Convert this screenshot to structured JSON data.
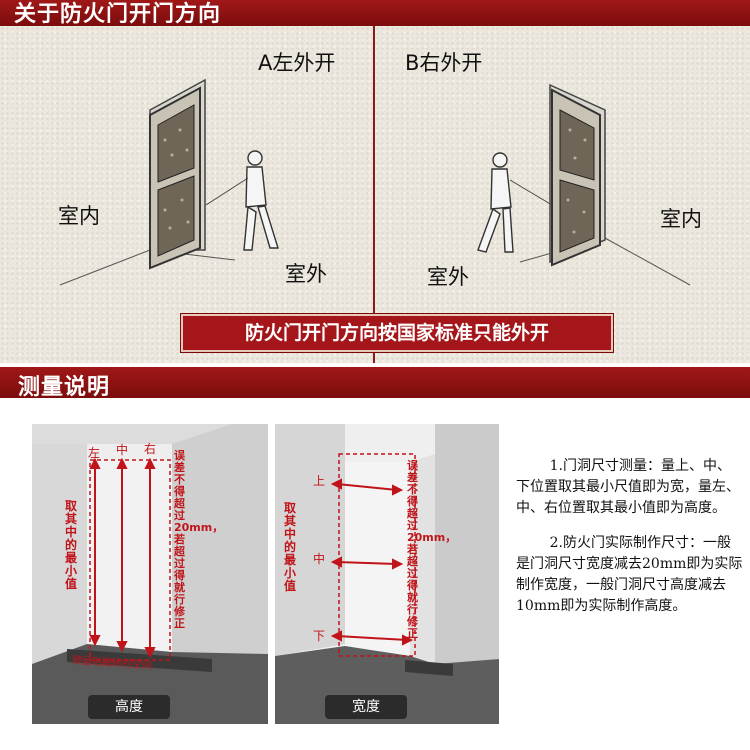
{
  "header_top": {
    "title": "关于防火门开门方向"
  },
  "door_left": {
    "title": "A左外开",
    "indoor": "室内",
    "outdoor": "室外"
  },
  "door_right": {
    "title": "B右外开",
    "indoor": "室内",
    "outdoor": "室外"
  },
  "banner": {
    "text": "防火门开门方向按国家标准只能外开"
  },
  "header_measure": {
    "title": "测量说明"
  },
  "height_diagram": {
    "labels": [
      "左",
      "中",
      "右"
    ],
    "min_note": "取其中的最小值",
    "error_note": "误差不得超过20mm，若超过得就行修正",
    "tile_note": "预留贴磁砖的空间",
    "button": "高度"
  },
  "width_diagram": {
    "labels": [
      "上",
      "中",
      "下"
    ],
    "min_note": "取其中的最小值",
    "error_note": "误差不得超过20mm，若超过得就行修正",
    "button": "宽度"
  },
  "notes": [
    "1.门洞尺寸测量：量上、中、下位置取其最小尺值即为宽，量左、中、右位置取其最小值即为高度。",
    "2.防火门实际制作尺寸：一般是门洞尺寸宽度减去20mm即为实际制作宽度，一般门洞尺寸高度减去10mm即为实际制作高度。"
  ],
  "colors": {
    "brand_red": "#8b1216",
    "arrow_red": "#c0141a"
  }
}
